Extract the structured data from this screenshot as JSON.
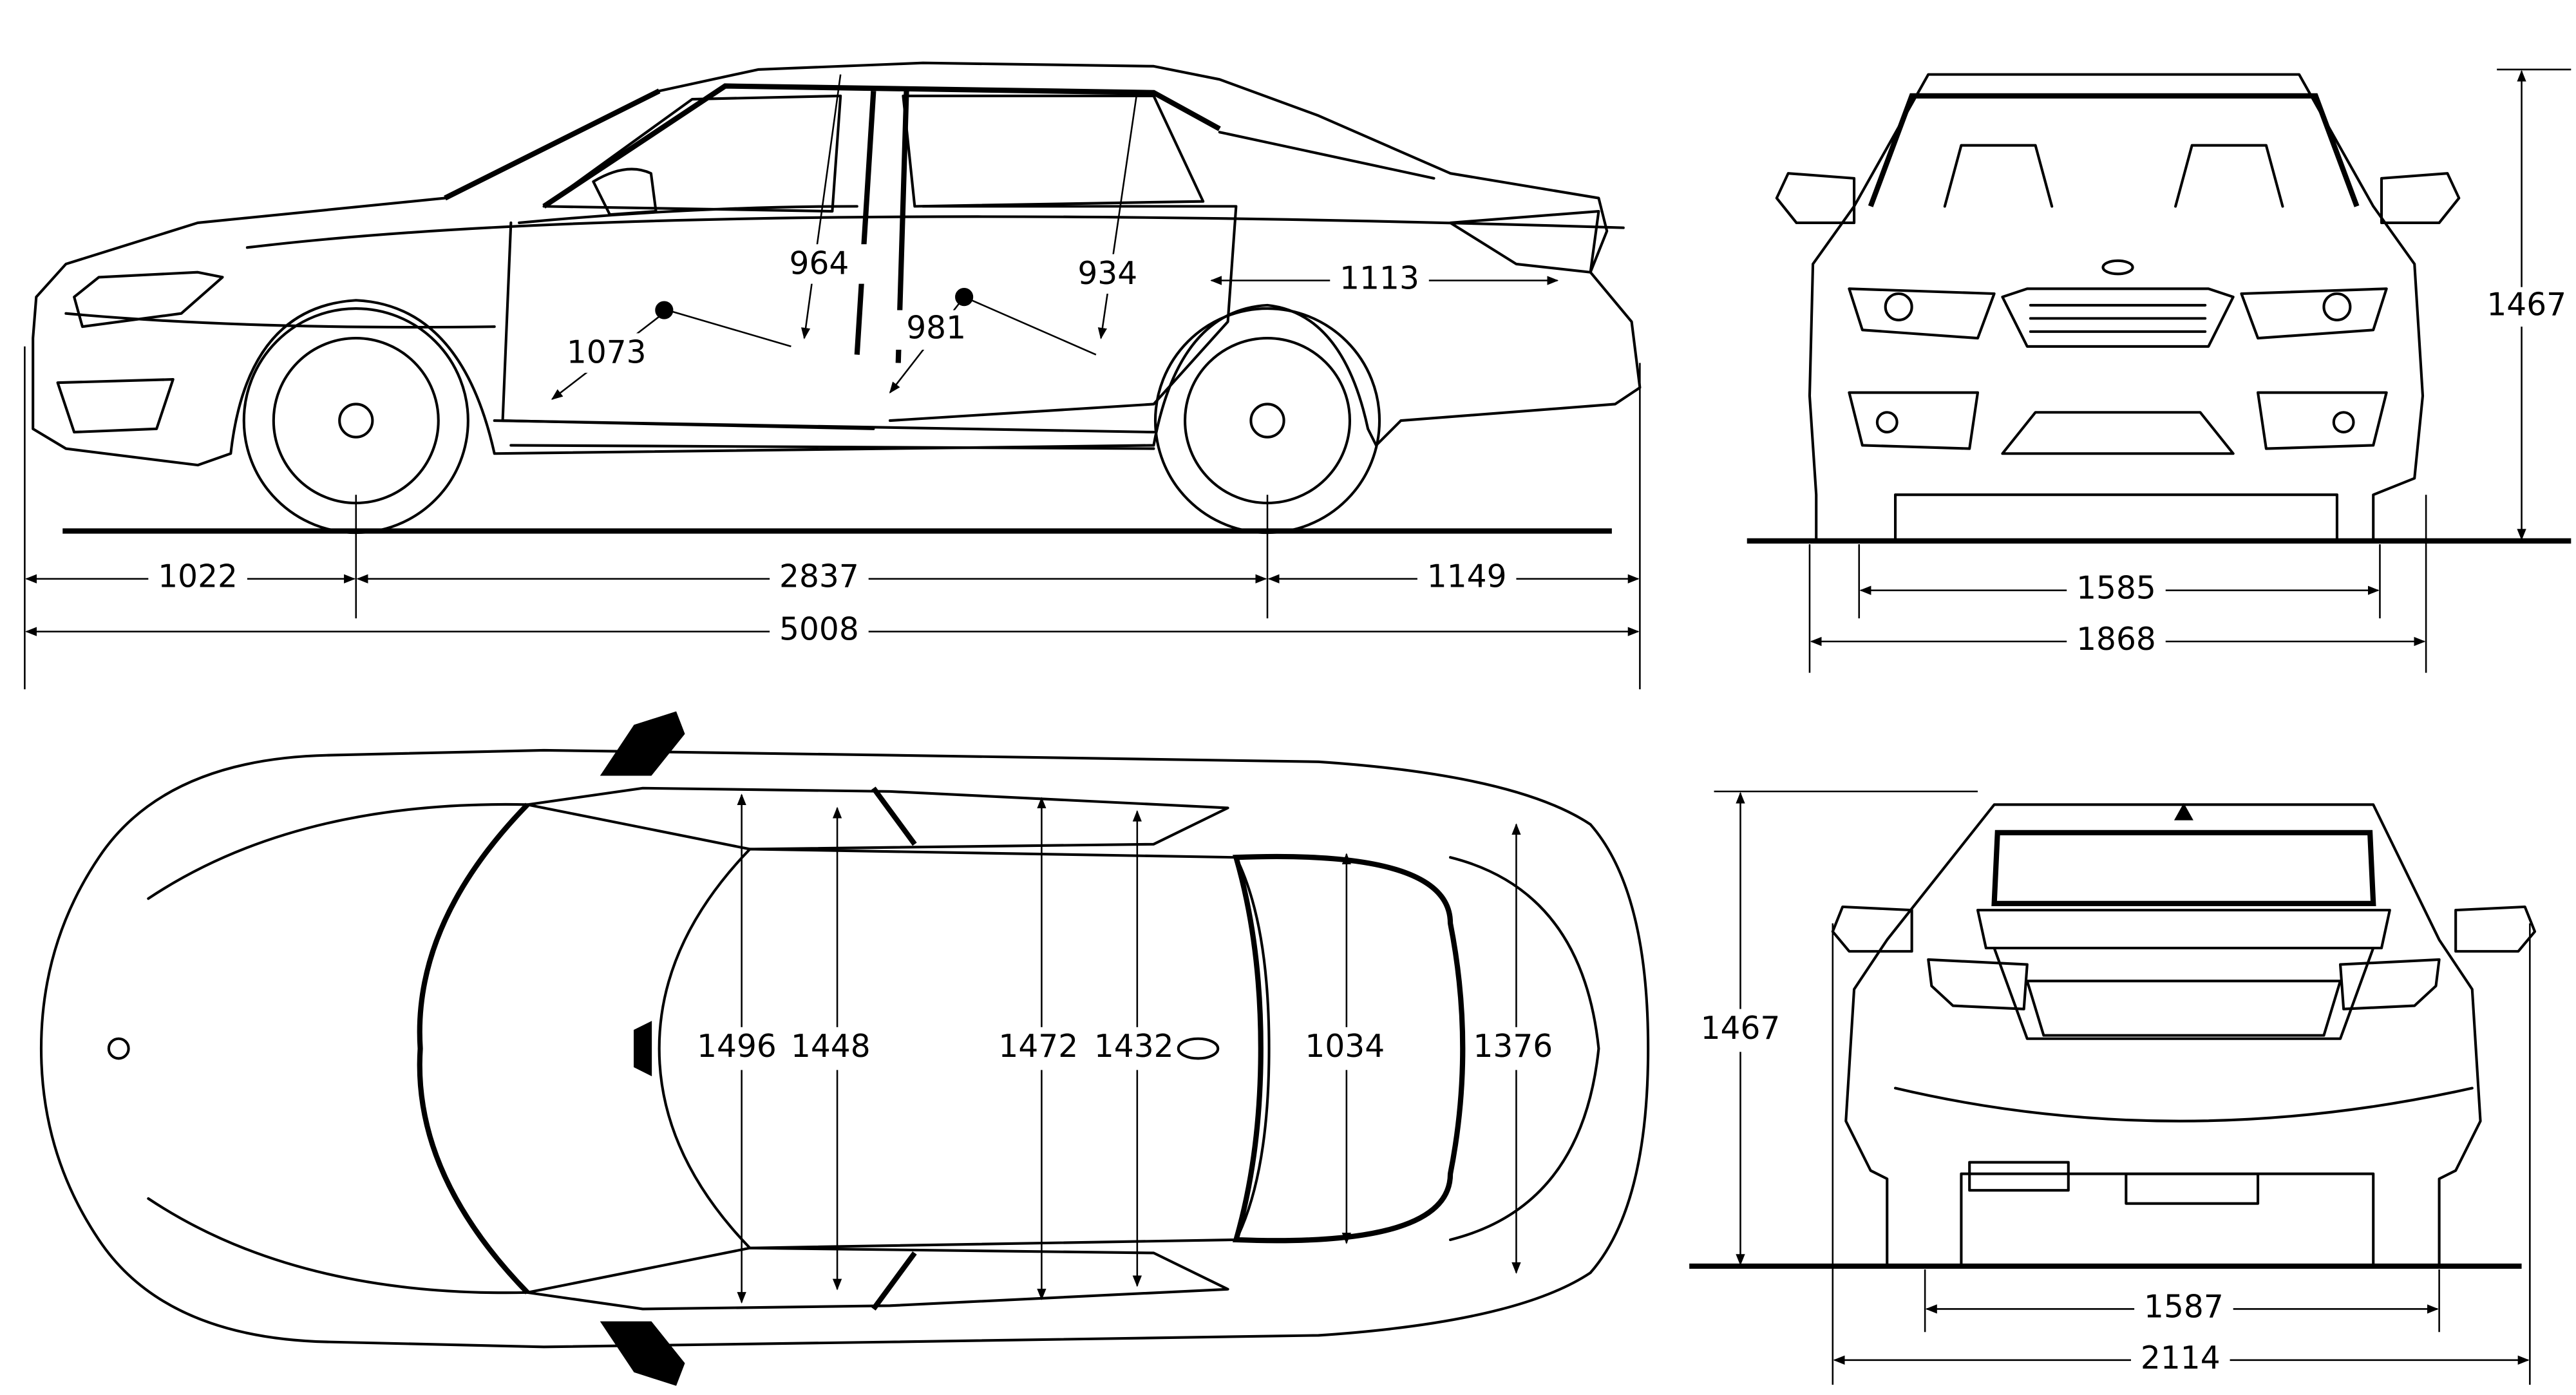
{
  "side_view": {
    "interior": {
      "headroom_front": "964",
      "headroom_rear": "934",
      "rear_overhang_trunk": "1113",
      "legroom_front": "1073",
      "legroom_rear": "981"
    },
    "front_overhang": "1022",
    "wheelbase": "2837",
    "rear_overhang": "1149",
    "overall_length": "5008"
  },
  "front_view": {
    "height": "1467",
    "front_track": "1585",
    "width": "1868"
  },
  "top_view": {
    "front_shoulder": "1496",
    "front_elbow": "1448",
    "rear_shoulder": "1472",
    "rear_elbow": "1432",
    "trunk_opening": "1034",
    "trunk_width": "1376"
  },
  "rear_view": {
    "height": "1467",
    "rear_track": "1587",
    "width_with_mirrors": "2114"
  }
}
